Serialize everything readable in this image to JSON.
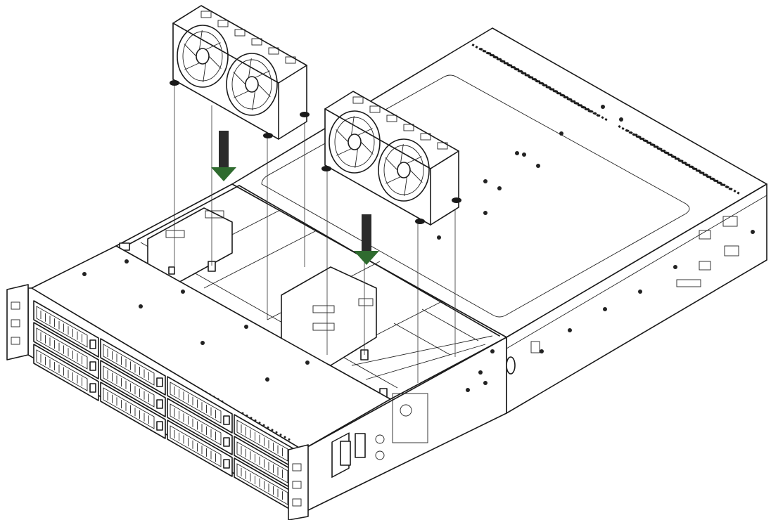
{
  "diagram": {
    "kind": "exploded-assembly",
    "colors": {
      "line": "#1a1a1a",
      "arrow_fill": "#2b2b2b",
      "arrow_head": "#2f6b2f",
      "background": "#ffffff"
    },
    "fan_modules": [
      {
        "id": "fan-module-left",
        "fans": 2
      },
      {
        "id": "fan-module-right",
        "fans": 2
      }
    ],
    "drive_bays": {
      "rows": 3,
      "columns": 4
    },
    "arrows": [
      {
        "id": "arrow-left",
        "direction": "down"
      },
      {
        "id": "arrow-right",
        "direction": "down"
      }
    ]
  }
}
